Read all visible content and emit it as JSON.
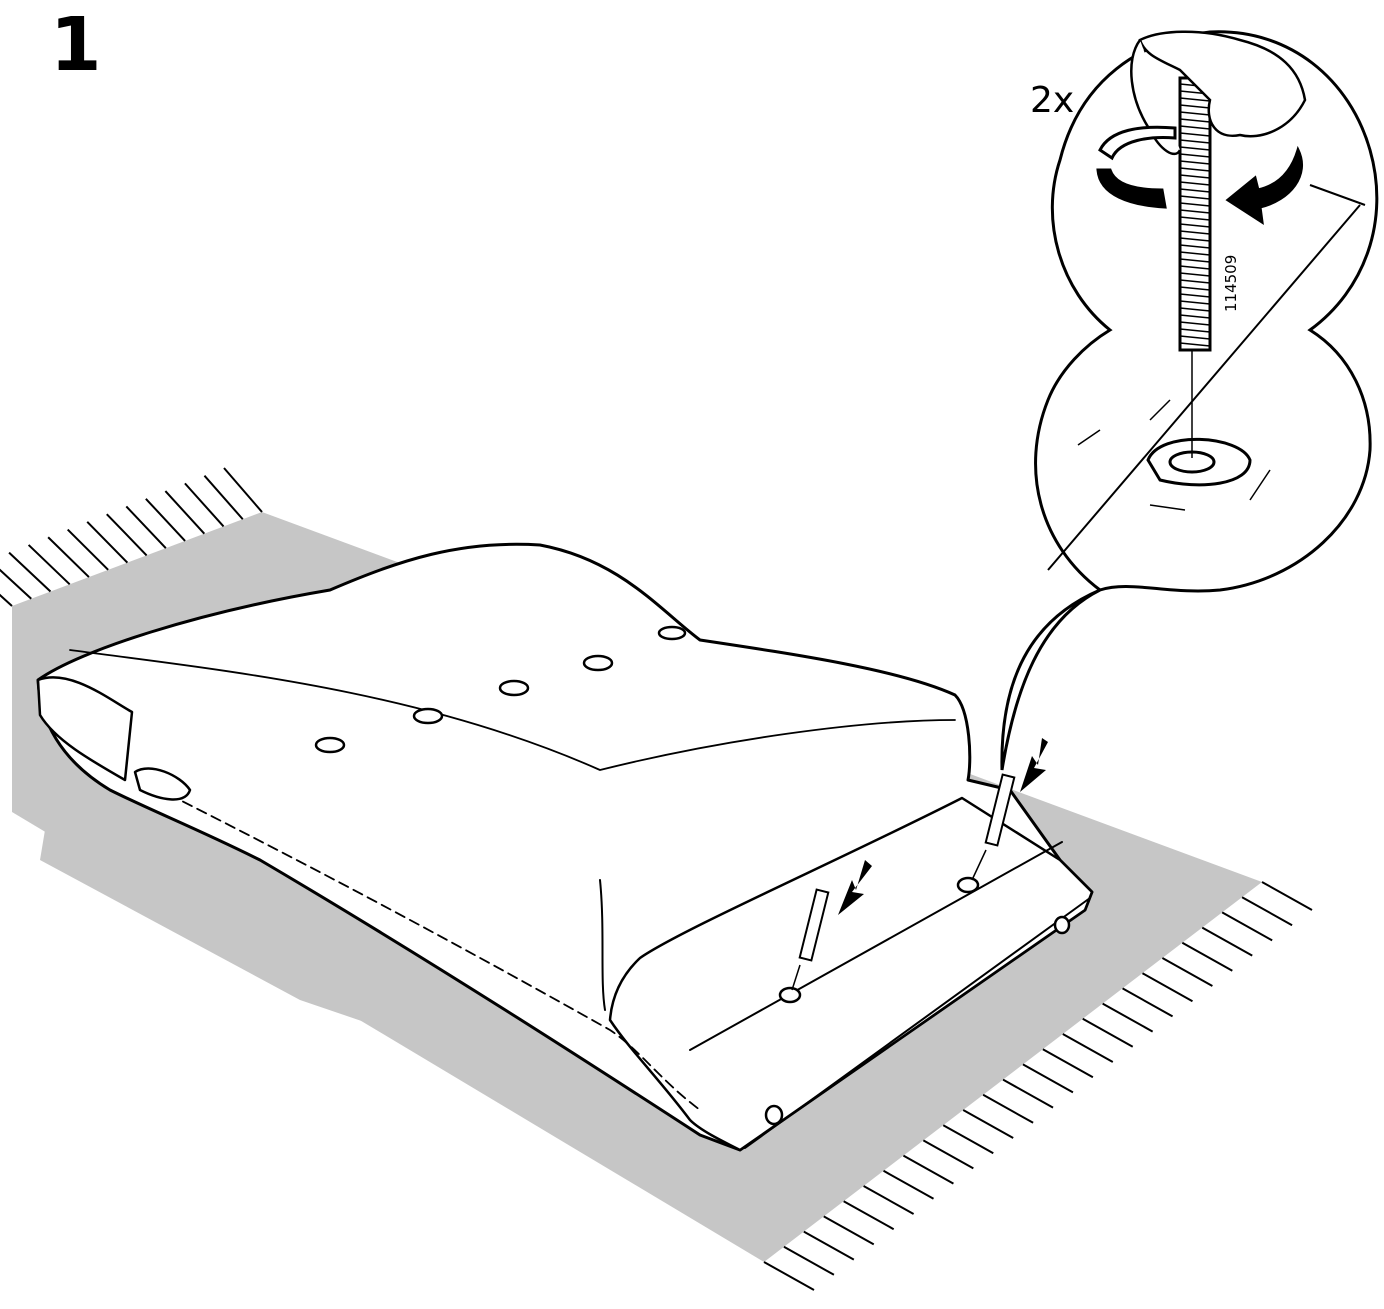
{
  "step": {
    "number": "1"
  },
  "detail": {
    "quantity": "2x",
    "part_number": "114509"
  },
  "colors": {
    "rug": "#c6c6c6",
    "line": "#000000",
    "cushion": "#ffffff"
  },
  "icons": [
    "turn-arrow-icon",
    "insert-arrow-icon"
  ]
}
